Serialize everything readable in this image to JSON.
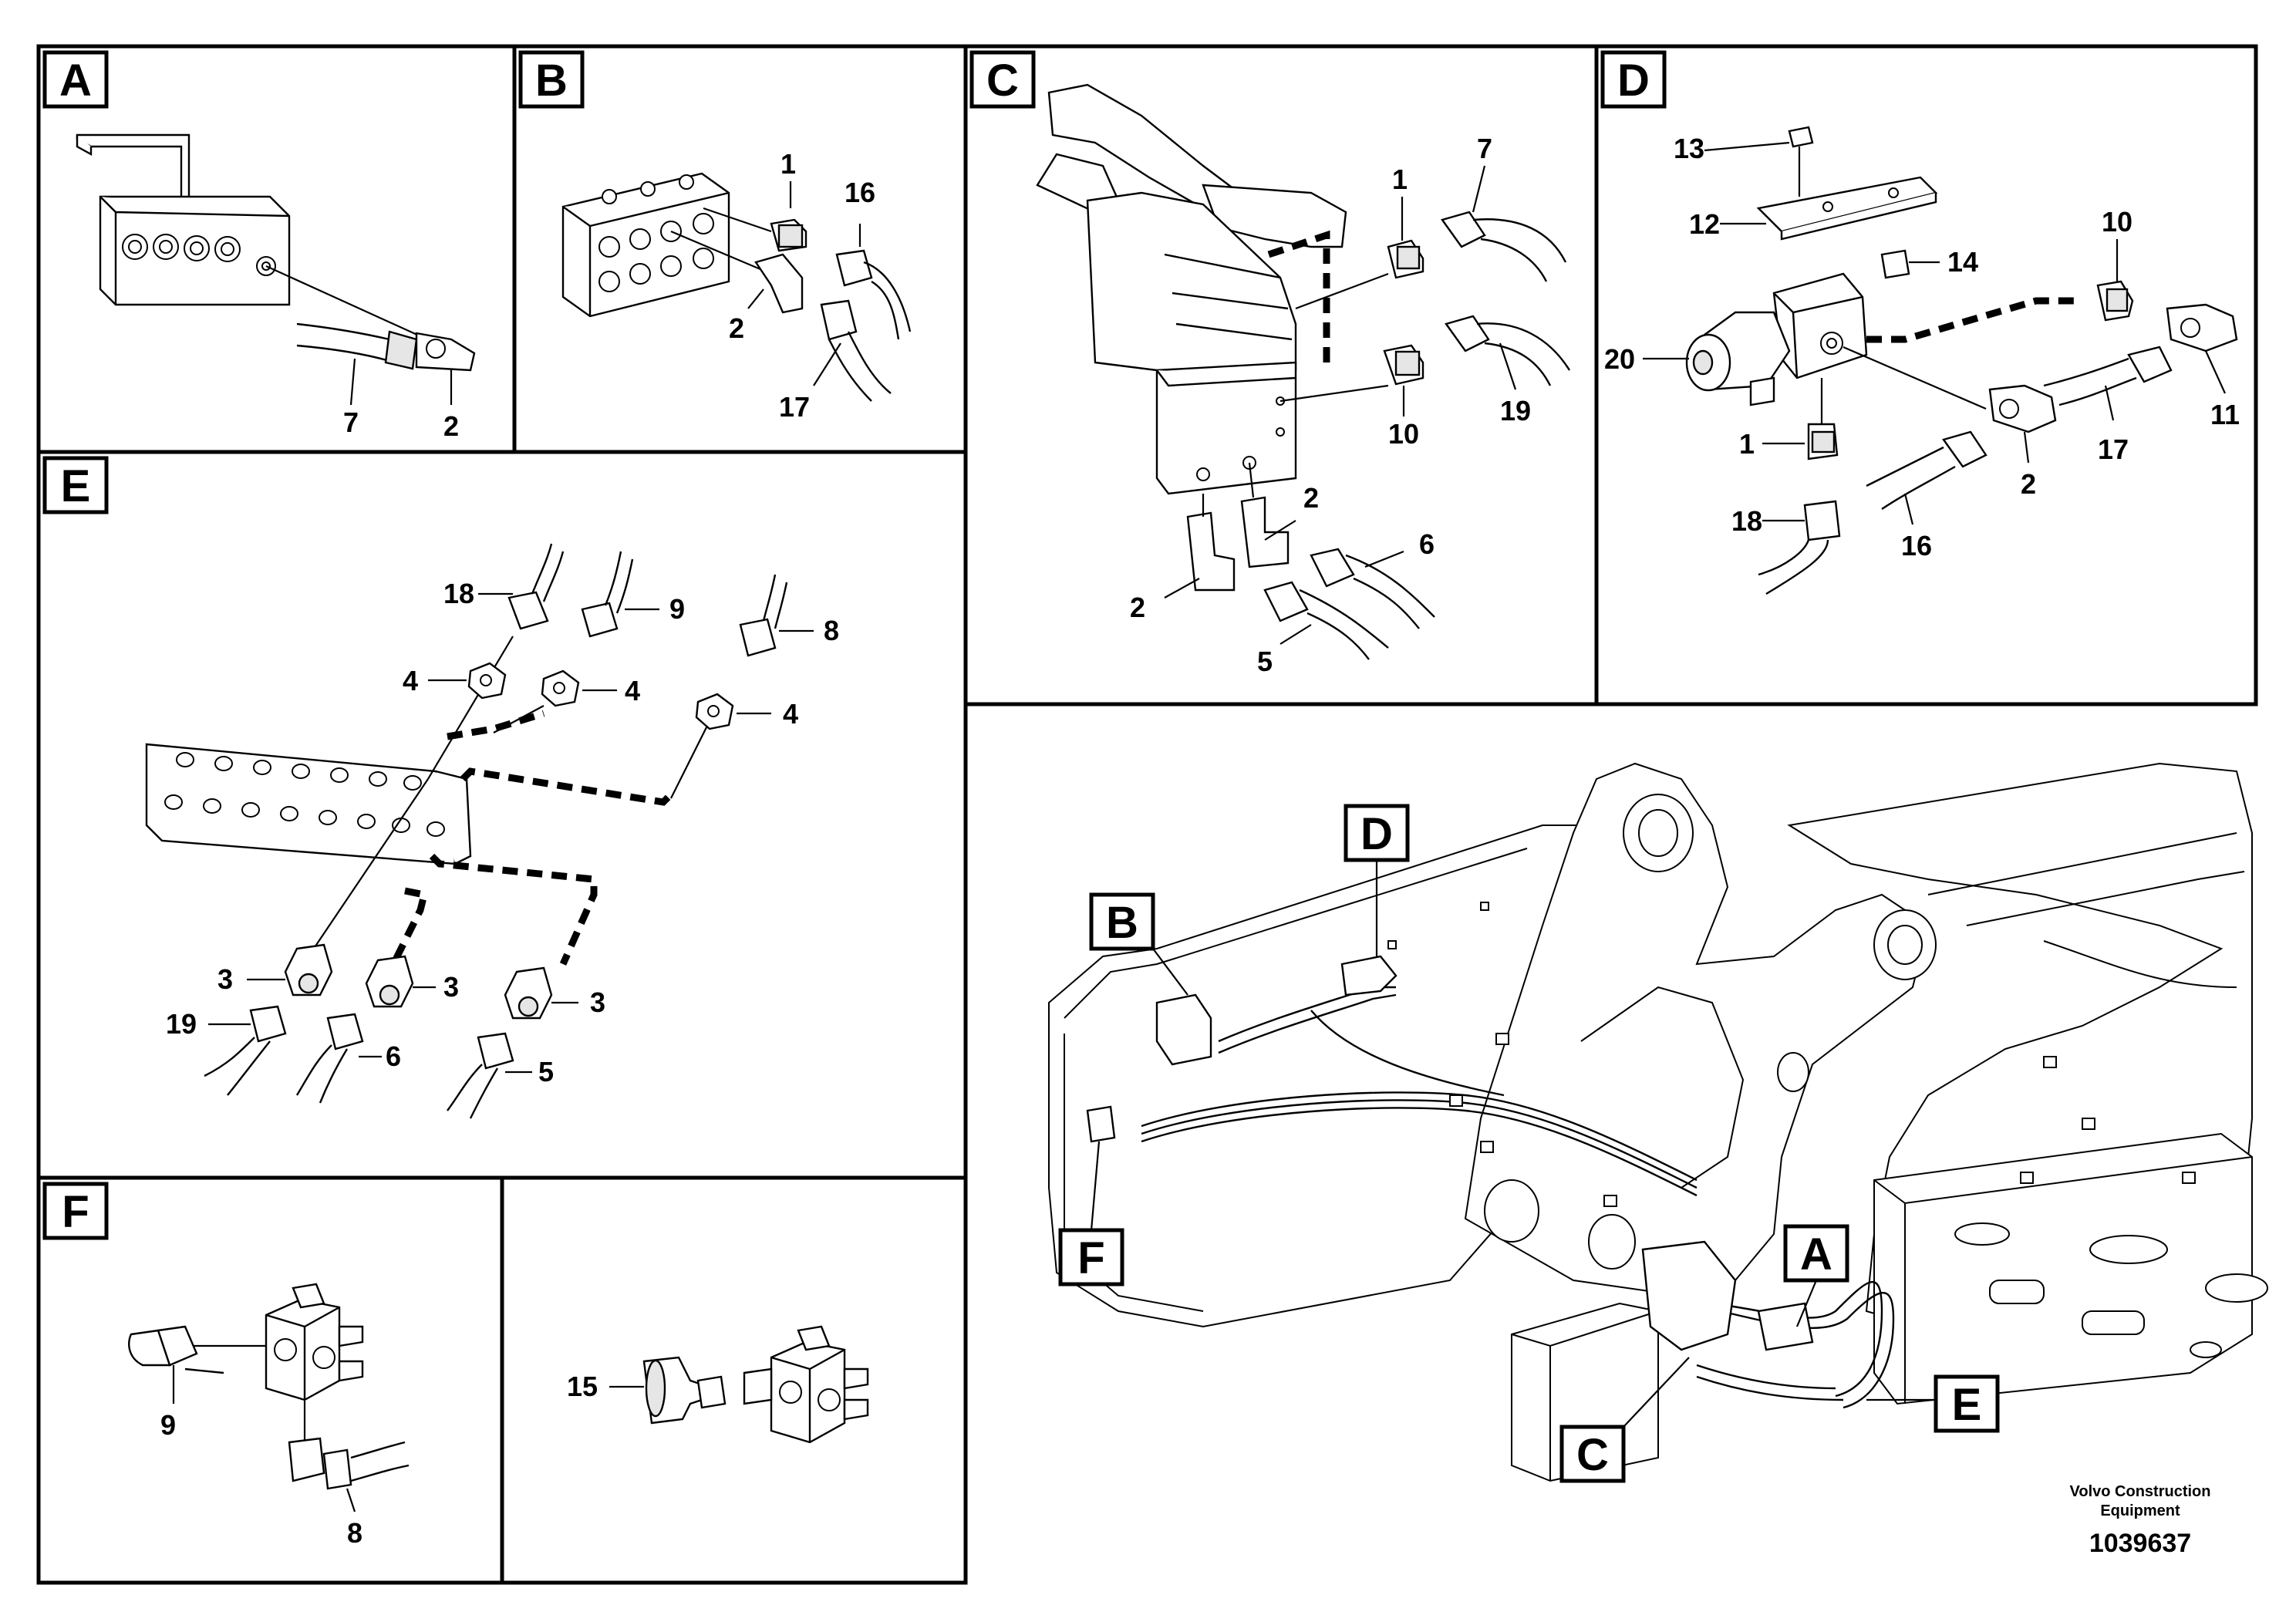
{
  "panels": {
    "A": {
      "label": "A",
      "callouts": {
        "c7": "7",
        "c2": "2"
      }
    },
    "B": {
      "label": "B",
      "callouts": {
        "c1": "1",
        "c16": "16",
        "c2": "2",
        "c17": "17"
      }
    },
    "C": {
      "label": "C",
      "callouts": {
        "c1": "1",
        "c7": "7",
        "c10": "10",
        "c19": "19",
        "c2a": "2",
        "c2b": "2",
        "c6": "6",
        "c5": "5"
      }
    },
    "D": {
      "label": "D",
      "callouts": {
        "c13": "13",
        "c12": "12",
        "c14": "14",
        "c10": "10",
        "c20": "20",
        "c1": "1",
        "c18": "18",
        "c16": "16",
        "c2": "2",
        "c17": "17",
        "c11": "11"
      }
    },
    "E": {
      "label": "E",
      "callouts": {
        "c18": "18",
        "c9": "9",
        "c8": "8",
        "c4a": "4",
        "c4b": "4",
        "c4c": "4",
        "c3a": "3",
        "c3b": "3",
        "c3c": "3",
        "c19": "19",
        "c6": "6",
        "c5": "5"
      }
    },
    "F": {
      "label": "F",
      "callouts": {
        "c9": "9",
        "c8": "8"
      }
    },
    "G": {
      "callouts": {
        "c15": "15"
      }
    }
  },
  "overview": {
    "markers": {
      "A": "A",
      "B": "B",
      "C": "C",
      "D": "D",
      "E": "E",
      "F": "F"
    }
  },
  "footer": {
    "brand_line1": "Volvo Construction",
    "brand_line2": "Equipment",
    "doc_number": "1039637"
  }
}
